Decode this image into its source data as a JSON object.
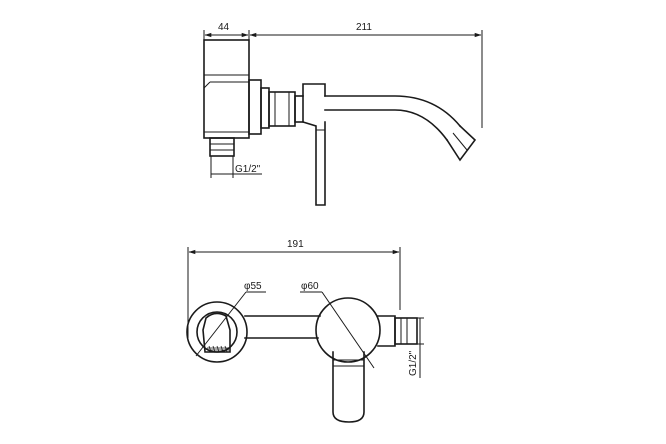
{
  "drawing": {
    "side_view": {
      "dim_body_depth": "44",
      "dim_total_depth": "211",
      "thread_label": "G1/2\""
    },
    "front_view": {
      "dim_center_distance": "191",
      "dim_spout_plate": "φ55",
      "dim_handle_plate": "φ60",
      "thread_label": "G1/2\""
    }
  }
}
